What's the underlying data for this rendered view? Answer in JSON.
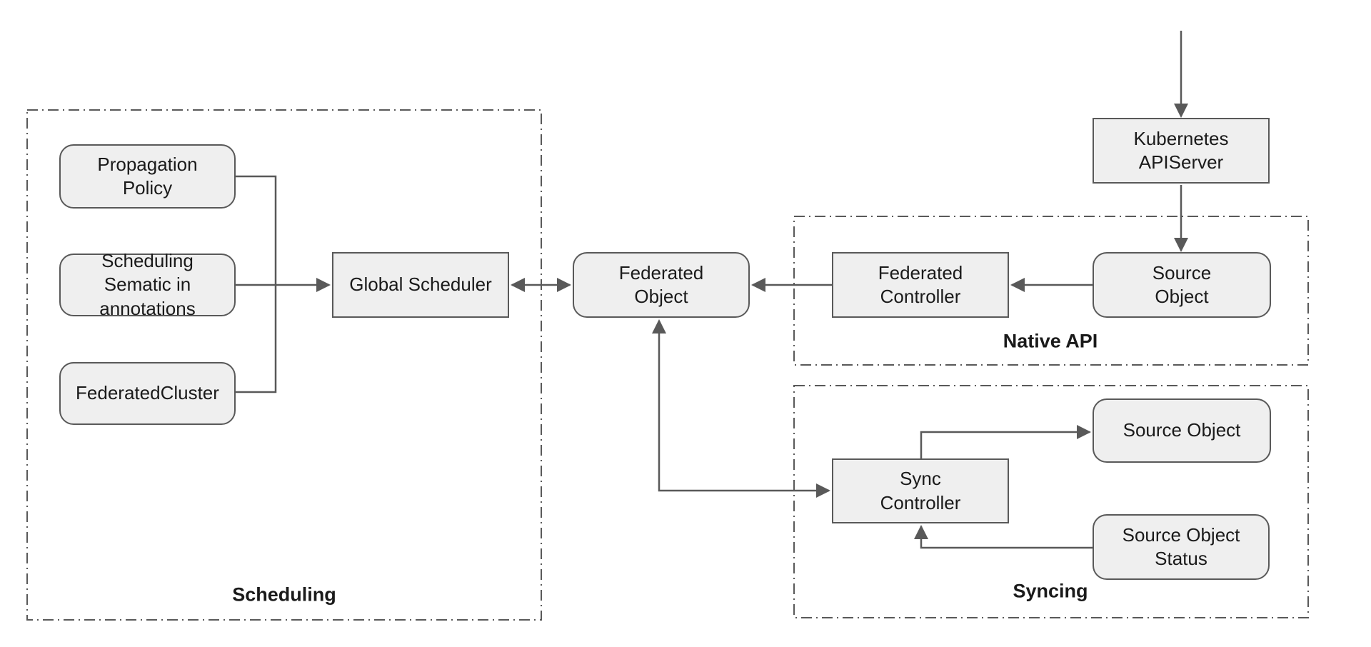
{
  "diagram": {
    "groups": {
      "scheduling": {
        "label": "Scheduling"
      },
      "native_api": {
        "label": "Native API"
      },
      "syncing": {
        "label": "Syncing"
      }
    },
    "nodes": {
      "propagation_policy": {
        "label": [
          "Propagation",
          "Policy"
        ]
      },
      "scheduling_sematic": {
        "label": [
          "Scheduling",
          "Sematic in",
          "annotations"
        ]
      },
      "federated_cluster": {
        "label": [
          "FederatedCluster"
        ]
      },
      "global_scheduler": {
        "label": [
          "Global Scheduler"
        ]
      },
      "federated_object": {
        "label": [
          "Federated",
          "Object"
        ]
      },
      "federated_controller": {
        "label": [
          "Federated",
          "Controller"
        ]
      },
      "source_object_native": {
        "label": [
          "Source",
          "Object"
        ]
      },
      "kubernetes_apiserver": {
        "label": [
          "Kubernetes",
          "APIServer"
        ]
      },
      "sync_controller": {
        "label": [
          "Sync",
          "Controller"
        ]
      },
      "source_object_sync": {
        "label": [
          "Source Object"
        ]
      },
      "source_object_status": {
        "label": [
          "Source Object",
          "Status"
        ]
      }
    },
    "colors": {
      "node_fill": "#efefef",
      "node_border": "#595959",
      "connector": "#595959",
      "group_border": "#595959",
      "text": "#1a1a1a",
      "background": "#ffffff"
    }
  }
}
